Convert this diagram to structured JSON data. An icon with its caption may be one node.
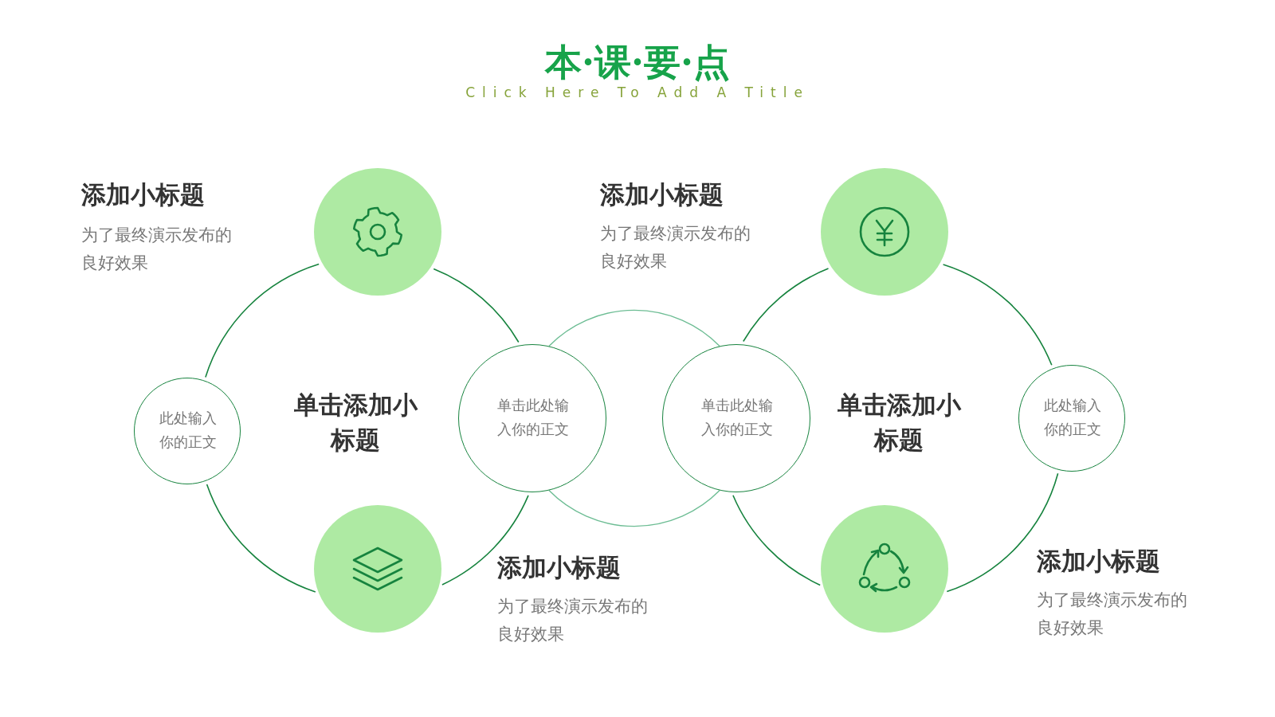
{
  "diagram": {
    "title": "本·课·要·点",
    "nodes": [
      {
        "text": [
          "单击添加小标题"
        ]
      },
      {
        "text": [
          "单击添加小标题"
        ]
      },
      {
        "text": [
          "此处输入你的正文"
        ]
      },
      {
        "text": [
          "单击此处输入你的正文"
        ]
      },
      {
        "text": [
          "单击此处输入你的正文"
        ]
      },
      {
        "text": [
          "此处输入你的正文"
        ]
      },
      {
        "text": [],
        "shape": "circle"
      },
      {
        "text": [],
        "shape": "circle"
      },
      {
        "text": [],
        "shape": "circle"
      },
      {
        "text": [],
        "shape": "circle"
      }
    ],
    "edges": [
      {
        "from": 3,
        "to": 4,
        "arrow": "none"
      },
      {
        "from": 3,
        "to": 4,
        "arrow": "none"
      }
    ],
    "labels": [
      "Click Here To Add A Title",
      "添加小标题",
      "为了最终演示发布的良好效果",
      "添加小标题",
      "为了最终演示发布的良好效果",
      "添加小标题",
      "为了最终演示发布的良好效果",
      "添加小标题",
      "为了最终演示发布的良好效果"
    ]
  }
}
